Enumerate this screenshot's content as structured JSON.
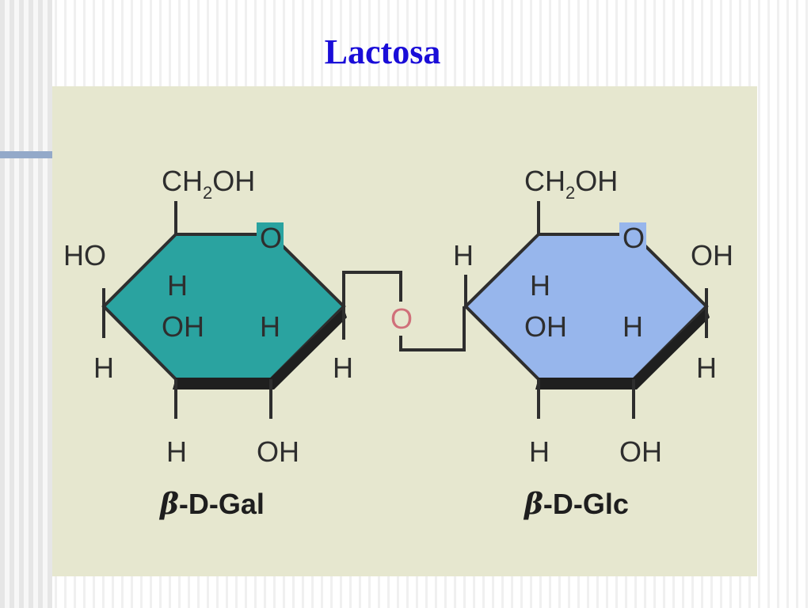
{
  "slide": {
    "title": "Lactosa"
  },
  "colors": {
    "title": "#1a0dd8",
    "figure_background": "#e6e7cf",
    "galactose_ring": "#2aa3a0",
    "glucose_ring": "#97b6ec",
    "glycosidic_oxygen": "#d0707a",
    "accent_bar": "#93a9c9"
  },
  "diagram": {
    "galactose": {
      "ch2oh": {
        "main": "CH",
        "sub": "2",
        "tail": "OH"
      },
      "ring_oxygen": "O",
      "c4_top": "HO",
      "c4_bottom": "H",
      "c3_top": "H",
      "c3_sub_oh": "OH",
      "c2_h": "H",
      "c2_bottom": "H",
      "c3_bottom": "OH",
      "c1_bottom": "H",
      "caption_greek": "β",
      "caption_rest": "-D-Gal"
    },
    "linkage": {
      "oxygen": "O"
    },
    "glucose": {
      "ch2oh": {
        "main": "CH",
        "sub": "2",
        "tail": "OH"
      },
      "ring_oxygen": "O",
      "c4_h": "H",
      "c5_h": "H",
      "c3_oh": "OH",
      "c2_h": "H",
      "c1_top": "OH",
      "c1_bottom": "H",
      "c3_bottom": "H",
      "c2_bottom": "OH",
      "caption_greek": "β",
      "caption_rest": "-D-Glc"
    }
  }
}
